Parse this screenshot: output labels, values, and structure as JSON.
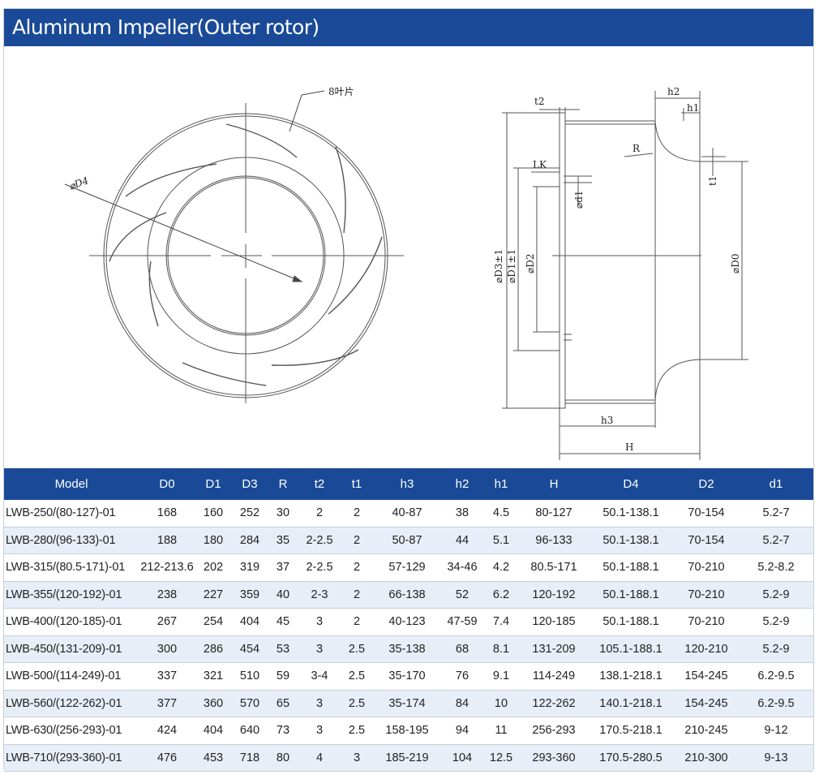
{
  "title": "Aluminum Impeller(Outer rotor)",
  "drawing": {
    "front_labels": {
      "blades": "8叶片",
      "d4": "⌀D4"
    },
    "side_labels": {
      "t2": "t2",
      "h2": "h2",
      "h1": "h1",
      "r": "R",
      "lk": "LK",
      "d1": "⌀d1",
      "t1": "t1",
      "d3": "⌀D3±1",
      "d1_tol": "⌀D1±1",
      "d2": "⌀D2",
      "d0": "⌀D0",
      "h3": "h3",
      "h": "H"
    }
  },
  "table": {
    "headers": [
      "Model",
      "D0",
      "D1",
      "D3",
      "R",
      "t2",
      "t1",
      "h3",
      "h2",
      "h1",
      "H",
      "D4",
      "D2",
      "d1"
    ],
    "rows": [
      [
        "LWB-250/(80-127)-01",
        "168",
        "160",
        "252",
        "30",
        "2",
        "2",
        "40-87",
        "38",
        "4.5",
        "80-127",
        "50.1-138.1",
        "70-154",
        "5.2-7"
      ],
      [
        "LWB-280/(96-133)-01",
        "188",
        "180",
        "284",
        "35",
        "2-2.5",
        "2",
        "50-87",
        "44",
        "5.1",
        "96-133",
        "50.1-138.1",
        "70-154",
        "5.2-7"
      ],
      [
        "LWB-315/(80.5-171)-01",
        "212-213.6",
        "202",
        "319",
        "37",
        "2-2.5",
        "2",
        "57-129",
        "34-46",
        "4.2",
        "80.5-171",
        "50.1-188.1",
        "70-210",
        "5.2-8.2"
      ],
      [
        "LWB-355/(120-192)-01",
        "238",
        "227",
        "359",
        "40",
        "2-3",
        "2",
        "66-138",
        "52",
        "6.2",
        "120-192",
        "50.1-188.1",
        "70-210",
        "5.2-9"
      ],
      [
        "LWB-400/(120-185)-01",
        "267",
        "254",
        "404",
        "45",
        "3",
        "2",
        "40-123",
        "47-59",
        "7.4",
        "120-185",
        "50.1-188.1",
        "70-210",
        "5.2-9"
      ],
      [
        "LWB-450/(131-209)-01",
        "300",
        "286",
        "454",
        "53",
        "3",
        "2.5",
        "35-138",
        "68",
        "8.1",
        "131-209",
        "105.1-188.1",
        "120-210",
        "5.2-9"
      ],
      [
        "LWB-500/(114-249)-01",
        "337",
        "321",
        "510",
        "59",
        "3-4",
        "2.5",
        "35-170",
        "76",
        "9.1",
        "114-249",
        "138.1-218.1",
        "154-245",
        "6.2-9.5"
      ],
      [
        "LWB-560/(122-262)-01",
        "377",
        "360",
        "570",
        "65",
        "3",
        "2.5",
        "35-174",
        "84",
        "10",
        "122-262",
        "140.1-218.1",
        "154-245",
        "6.2-9.5"
      ],
      [
        "LWB-630/(256-293)-01",
        "424",
        "404",
        "640",
        "73",
        "3",
        "2.5",
        "158-195",
        "94",
        "11",
        "256-293",
        "170.5-218.1",
        "210-245",
        "9-12"
      ],
      [
        "LWB-710/(293-360)-01",
        "476",
        "453",
        "718",
        "80",
        "4",
        "3",
        "185-219",
        "104",
        "12.5",
        "293-360",
        "170.5-280.5",
        "210-300",
        "9-13"
      ]
    ]
  },
  "colors": {
    "header_bg": "#1a4a97",
    "row_alt_bg": "#e8eef8"
  }
}
